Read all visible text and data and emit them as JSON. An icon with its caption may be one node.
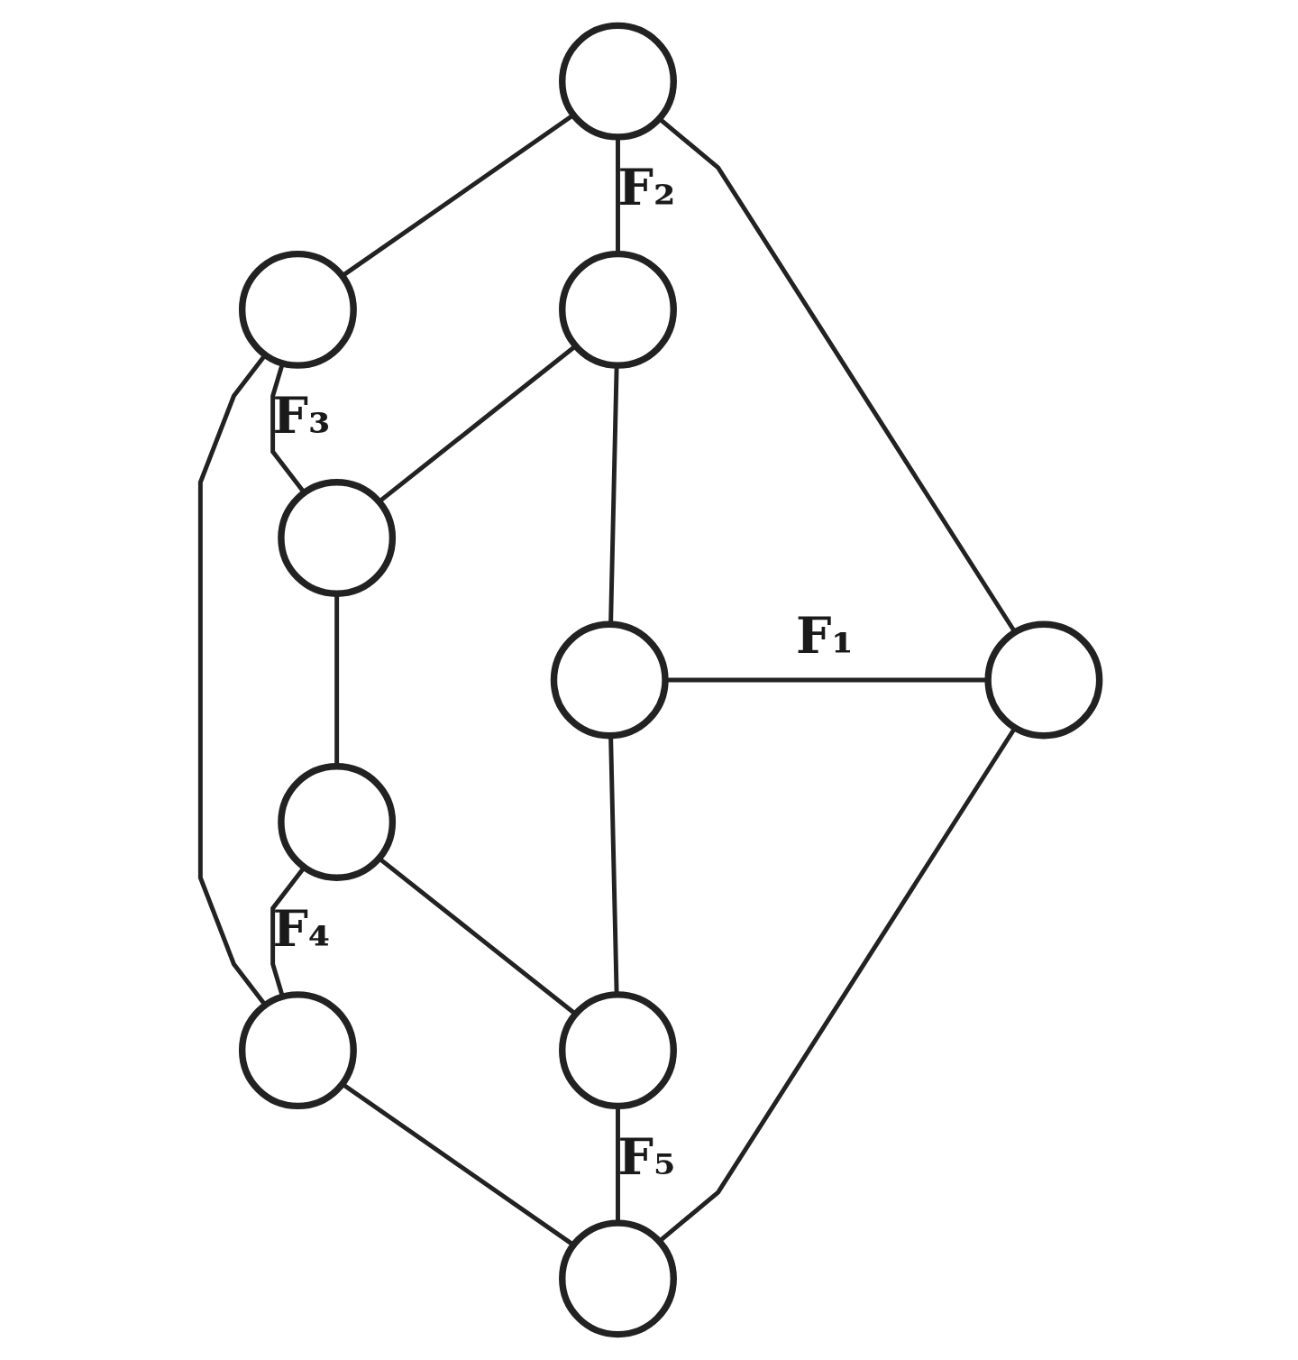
{
  "diagram": {
    "nodes": [
      {
        "text": [],
        "shape": "circle"
      },
      {
        "text": [],
        "shape": "circle"
      },
      {
        "text": [],
        "shape": "circle"
      },
      {
        "text": [],
        "shape": "circle"
      },
      {
        "text": [],
        "shape": "circle"
      },
      {
        "text": [],
        "shape": "circle"
      },
      {
        "text": [],
        "shape": "circle"
      },
      {
        "text": [],
        "shape": "circle"
      },
      {
        "text": [],
        "shape": "circle"
      },
      {
        "text": [],
        "shape": "circle"
      }
    ],
    "edges": [
      {
        "from": 0,
        "to": 1,
        "arrow": "none"
      },
      {
        "from": 0,
        "to": 2,
        "arrow": "none",
        "label": "F₂"
      },
      {
        "from": 0,
        "to": 5,
        "arrow": "none"
      },
      {
        "from": 1,
        "to": 3,
        "arrow": "none",
        "label": "F₃"
      },
      {
        "from": 1,
        "to": 7,
        "arrow": "none"
      },
      {
        "from": 2,
        "to": 3,
        "arrow": "none"
      },
      {
        "from": 2,
        "to": 4,
        "arrow": "none"
      },
      {
        "from": 4,
        "to": 5,
        "arrow": "none",
        "label": "F₁"
      },
      {
        "from": 3,
        "to": 6,
        "arrow": "none"
      },
      {
        "from": 4,
        "to": 8,
        "arrow": "none"
      },
      {
        "from": 5,
        "to": 9,
        "arrow": "none"
      },
      {
        "from": 6,
        "to": 7,
        "arrow": "none",
        "label": "F₄"
      },
      {
        "from": 6,
        "to": 8,
        "arrow": "none"
      },
      {
        "from": 7,
        "to": 9,
        "arrow": "none"
      },
      {
        "from": 8,
        "to": 9,
        "arrow": "none",
        "label": "F₅"
      }
    ]
  }
}
